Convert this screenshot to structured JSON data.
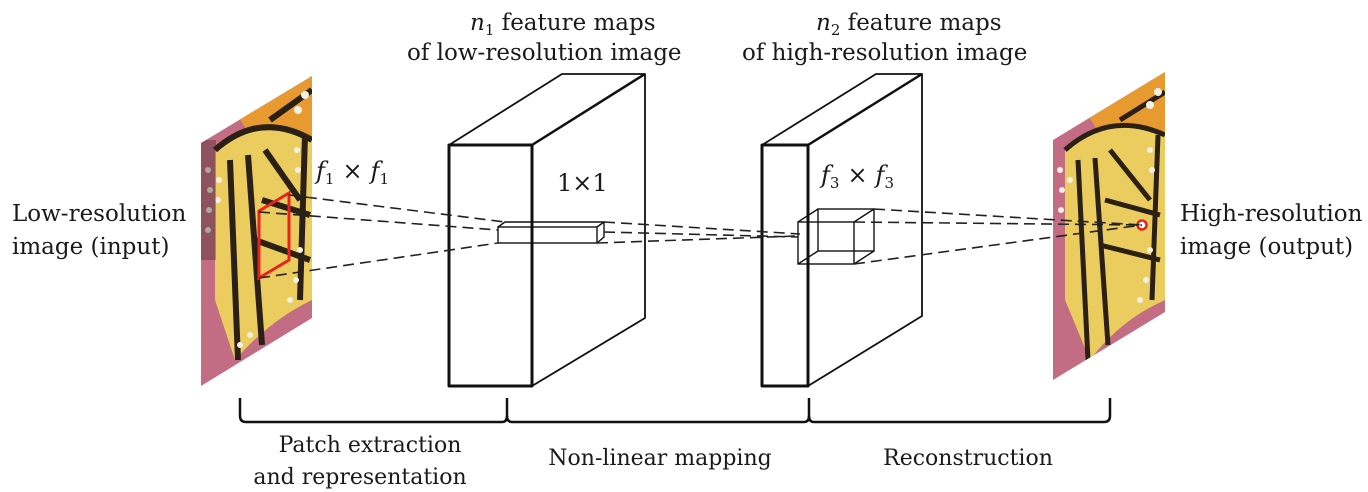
{
  "title": "SRCNN pipeline diagram",
  "input": {
    "label_line1": "Low-resolution",
    "label_line2": "image (input)",
    "patch_label_f": "f",
    "patch_label_sub": "1",
    "patch_label_times": "×",
    "patch_label_f2": "f",
    "patch_label_sub2": "1"
  },
  "layer1": {
    "title_n": "n",
    "title_sub": "1",
    "title_rest": " feature maps",
    "title_line2": "of low-resolution image",
    "kernel_label": "1×1"
  },
  "layer2": {
    "title_n": "n",
    "title_sub": "2",
    "title_rest": " feature maps",
    "title_line2": "of high-resolution image",
    "kernel_f": "f",
    "kernel_sub": "3",
    "kernel_times": "×",
    "kernel_f2": "f",
    "kernel_sub2": "3"
  },
  "output": {
    "label_line1": "High-resolution",
    "label_line2": "image (output)"
  },
  "stages": [
    {
      "line1": "Patch extraction",
      "line2": "and representation"
    },
    {
      "line1": "Non-linear mapping",
      "line2": ""
    },
    {
      "line1": "Reconstruction",
      "line2": ""
    }
  ],
  "colors": {
    "patch_outline": "#e8231e",
    "wing_yellow": "#e9c85a",
    "wing_orange": "#e8a437",
    "wing_vein": "#2a2016",
    "background_pink": "#b85a7a"
  }
}
